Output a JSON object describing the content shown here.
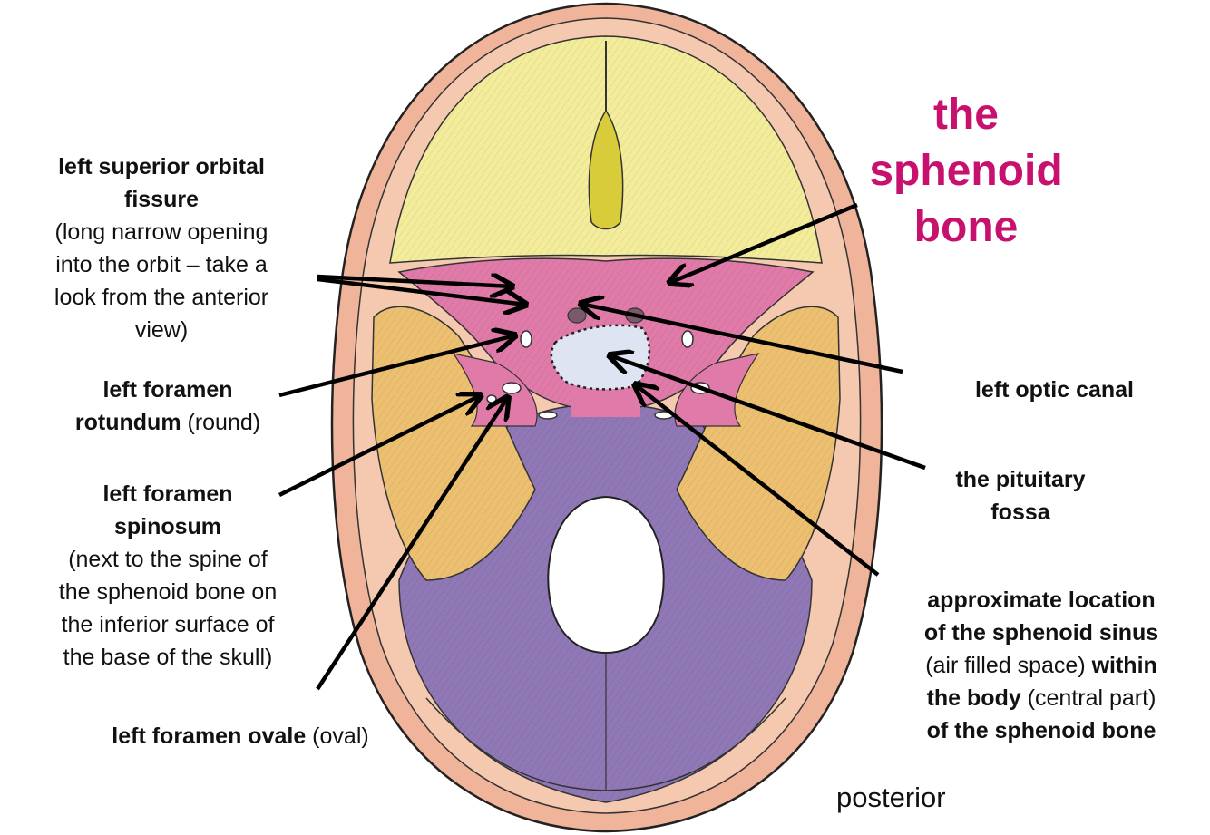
{
  "title": {
    "line1": "the",
    "line2": "sphenoid",
    "line3": "bone",
    "color": "#c8106e"
  },
  "labels": {
    "superior_orbital_fissure": {
      "line1": "left superior orbital",
      "line2": "fissure",
      "line3": "(long narrow opening",
      "line4": "into the orbit – take a",
      "line5": "look from the anterior",
      "line6": "view)"
    },
    "foramen_rotundum": {
      "line1": "left foramen",
      "line2_bold": "rotundum",
      "line2_normal": " (round)"
    },
    "foramen_spinosum": {
      "line1": "left foramen",
      "line2": "spinosum",
      "line3": "(next to the spine of",
      "line4": "the sphenoid bone on",
      "line5": "the inferior surface of",
      "line6": "the base of the skull)"
    },
    "foramen_ovale": {
      "bold": "left foramen ovale",
      "normal": " (oval)"
    },
    "optic_canal": {
      "text": "left optic canal"
    },
    "pituitary_fossa": {
      "line1": "the pituitary",
      "line2": "fossa"
    },
    "sphenoid_sinus": {
      "line1": "approximate location",
      "line2": "of the sphenoid sinus",
      "line3_normal": "(air filled space) ",
      "line3_bold": " within",
      "line4_bold": "the body",
      "line4_normal": " (central part)",
      "line5": "of the sphenoid bone"
    }
  },
  "orientation": {
    "posterior": "posterior"
  },
  "colors": {
    "frontal": "#f3ec9a",
    "sphenoid": "#e07aa8",
    "temporal": "#ecc070",
    "occipital": "#8f78b5",
    "parietal_rim": "#efb49a",
    "pituitary_fossa": "#dfe4f2",
    "arrow": "#000000"
  }
}
